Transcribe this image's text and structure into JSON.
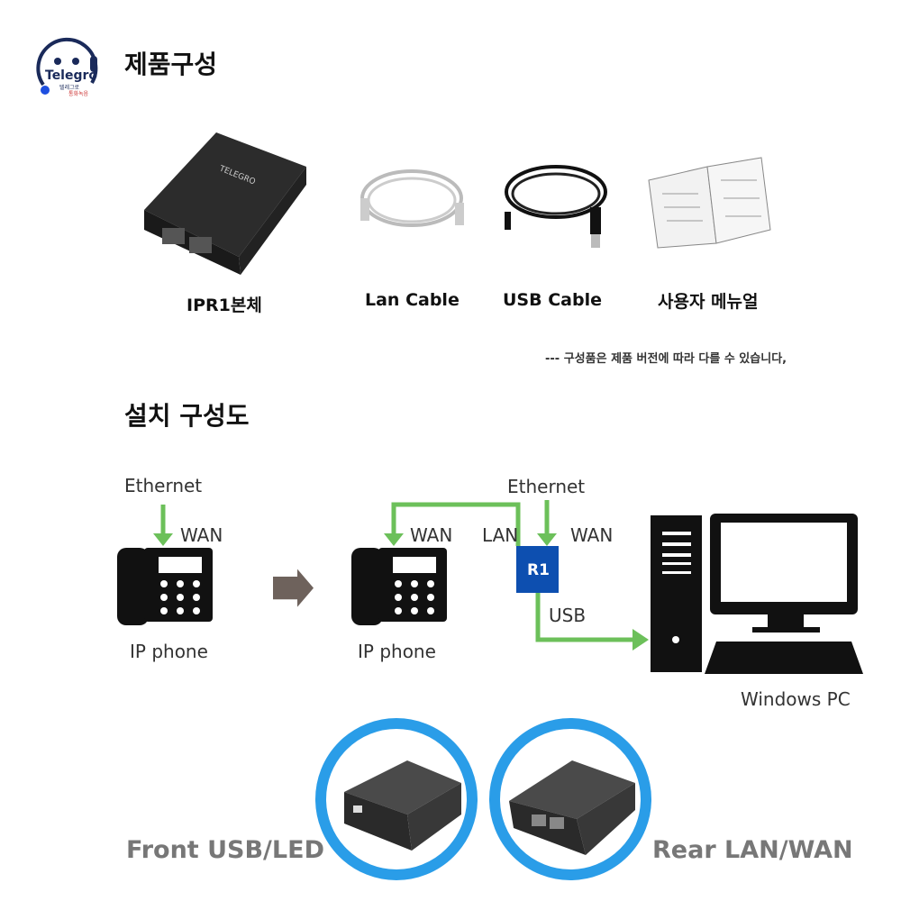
{
  "logo": {
    "text": "Telegro",
    "sub1": "텔레그로",
    "sub2": "통화녹음"
  },
  "section1": {
    "title": "제품구성"
  },
  "products": [
    {
      "label": "IPR1본체",
      "brand": "TELEGRO"
    },
    {
      "label": "Lan Cable"
    },
    {
      "label": "USB Cable"
    },
    {
      "label": "사용자 메뉴얼"
    }
  ],
  "note": "--- 구성품은 제품 버전에 따라 다를  수 있습니다,",
  "section2": {
    "title": "설치 구성도"
  },
  "diagram": {
    "left": {
      "ethernet": "Ethernet",
      "wan": "WAN",
      "phone": "IP phone"
    },
    "right": {
      "ethernet": "Ethernet",
      "wan1": "WAN",
      "lan": "LAN",
      "wan2": "WAN",
      "device": "R1",
      "usb": "USB",
      "phone": "IP phone",
      "pc": "Windows PC"
    },
    "colors": {
      "arrow": "#6cc05a",
      "device": "#0d4fb0",
      "ring": "#2a9de8",
      "transition_arrow": "#6e625c"
    }
  },
  "photos": {
    "front": "Front USB/LED",
    "rear": "Rear LAN/WAN"
  }
}
